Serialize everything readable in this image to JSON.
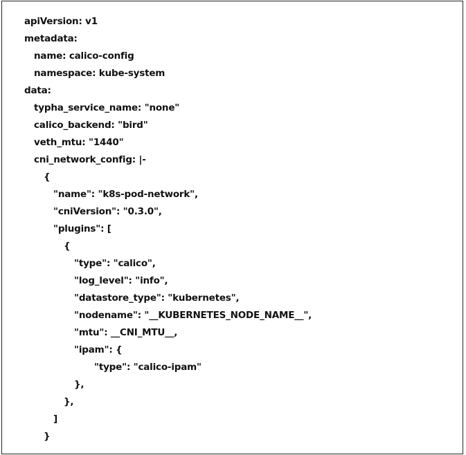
{
  "document": {
    "lines": [
      {
        "indent": 0,
        "text": "apiVersion: v1"
      },
      {
        "indent": 0,
        "text": "metadata:"
      },
      {
        "indent": 14,
        "text": "name: calico-config"
      },
      {
        "indent": 14,
        "text": "namespace: kube-system"
      },
      {
        "indent": 0,
        "text": "data:"
      },
      {
        "indent": 14,
        "text": "typha_service_name: \"none\""
      },
      {
        "indent": 14,
        "text": "calico_backend: \"bird\""
      },
      {
        "indent": 14,
        "text": "veth_mtu: \"1440\""
      },
      {
        "indent": 14,
        "text": "cni_network_config: |-"
      },
      {
        "indent": 28,
        "text": "{"
      },
      {
        "indent": 42,
        "text": "\"name\": \"k8s-pod-network\","
      },
      {
        "indent": 42,
        "text": "\"cniVersion\": \"0.3.0\","
      },
      {
        "indent": 42,
        "text": "\"plugins\": ["
      },
      {
        "indent": 57,
        "text": "{"
      },
      {
        "indent": 72,
        "text": "\"type\": \"calico\","
      },
      {
        "indent": 72,
        "text": "\"log_level\": \"info\","
      },
      {
        "indent": 72,
        "text": "\"datastore_type\": \"kubernetes\","
      },
      {
        "indent": 72,
        "text": "\"nodename\": \"__KUBERNETES_NODE_NAME__\","
      },
      {
        "indent": 72,
        "text": "\"mtu\": __CNI_MTU__,"
      },
      {
        "indent": 72,
        "text": "\"ipam\": {"
      },
      {
        "indent": 101,
        "text": "\"type\": \"calico-ipam\""
      },
      {
        "indent": 72,
        "text": "},"
      },
      {
        "indent": 57,
        "text": "},"
      },
      {
        "indent": 42,
        "text": "]"
      },
      {
        "indent": 28,
        "text": "}"
      }
    ]
  }
}
